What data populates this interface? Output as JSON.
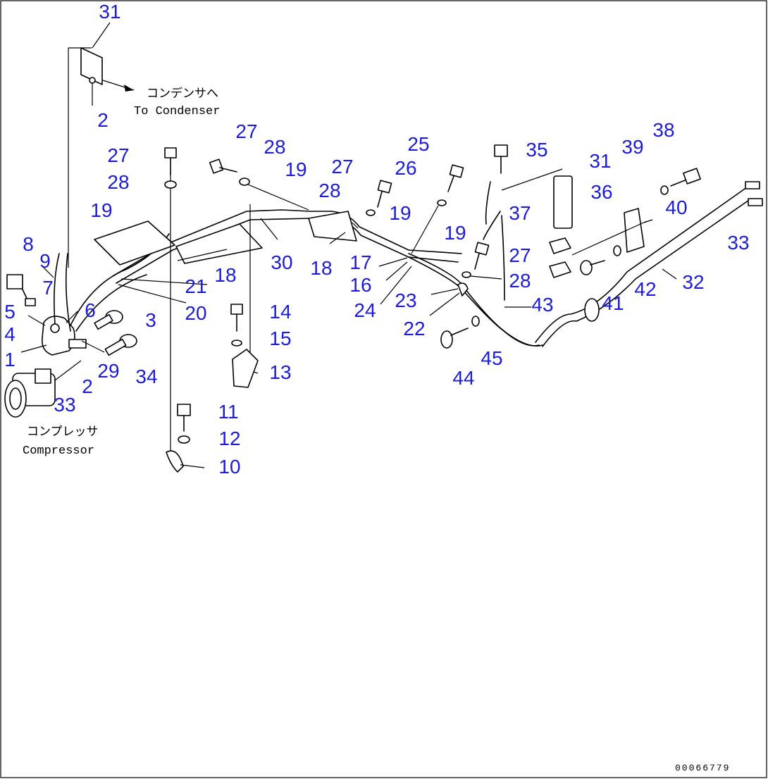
{
  "notes": {
    "condenser_jp": "コンデンサへ",
    "condenser_en": "To Condenser",
    "compressor_jp": "コンプレッサ",
    "compressor_en": "Compressor"
  },
  "drawing_code": "00066779",
  "callouts": [
    "31",
    "2",
    "27",
    "28",
    "19",
    "8",
    "9",
    "7",
    "5",
    "6",
    "4",
    "3",
    "1",
    "29",
    "34",
    "2",
    "33",
    "21",
    "20",
    "18",
    "30",
    "14",
    "15",
    "13",
    "11",
    "12",
    "10",
    "27",
    "28",
    "19",
    "25",
    "26",
    "27",
    "28",
    "19",
    "18",
    "17",
    "16",
    "24",
    "19",
    "23",
    "22",
    "35",
    "31",
    "36",
    "37",
    "27",
    "28",
    "43",
    "44",
    "45",
    "39",
    "38",
    "40",
    "33",
    "42",
    "41",
    "32"
  ]
}
